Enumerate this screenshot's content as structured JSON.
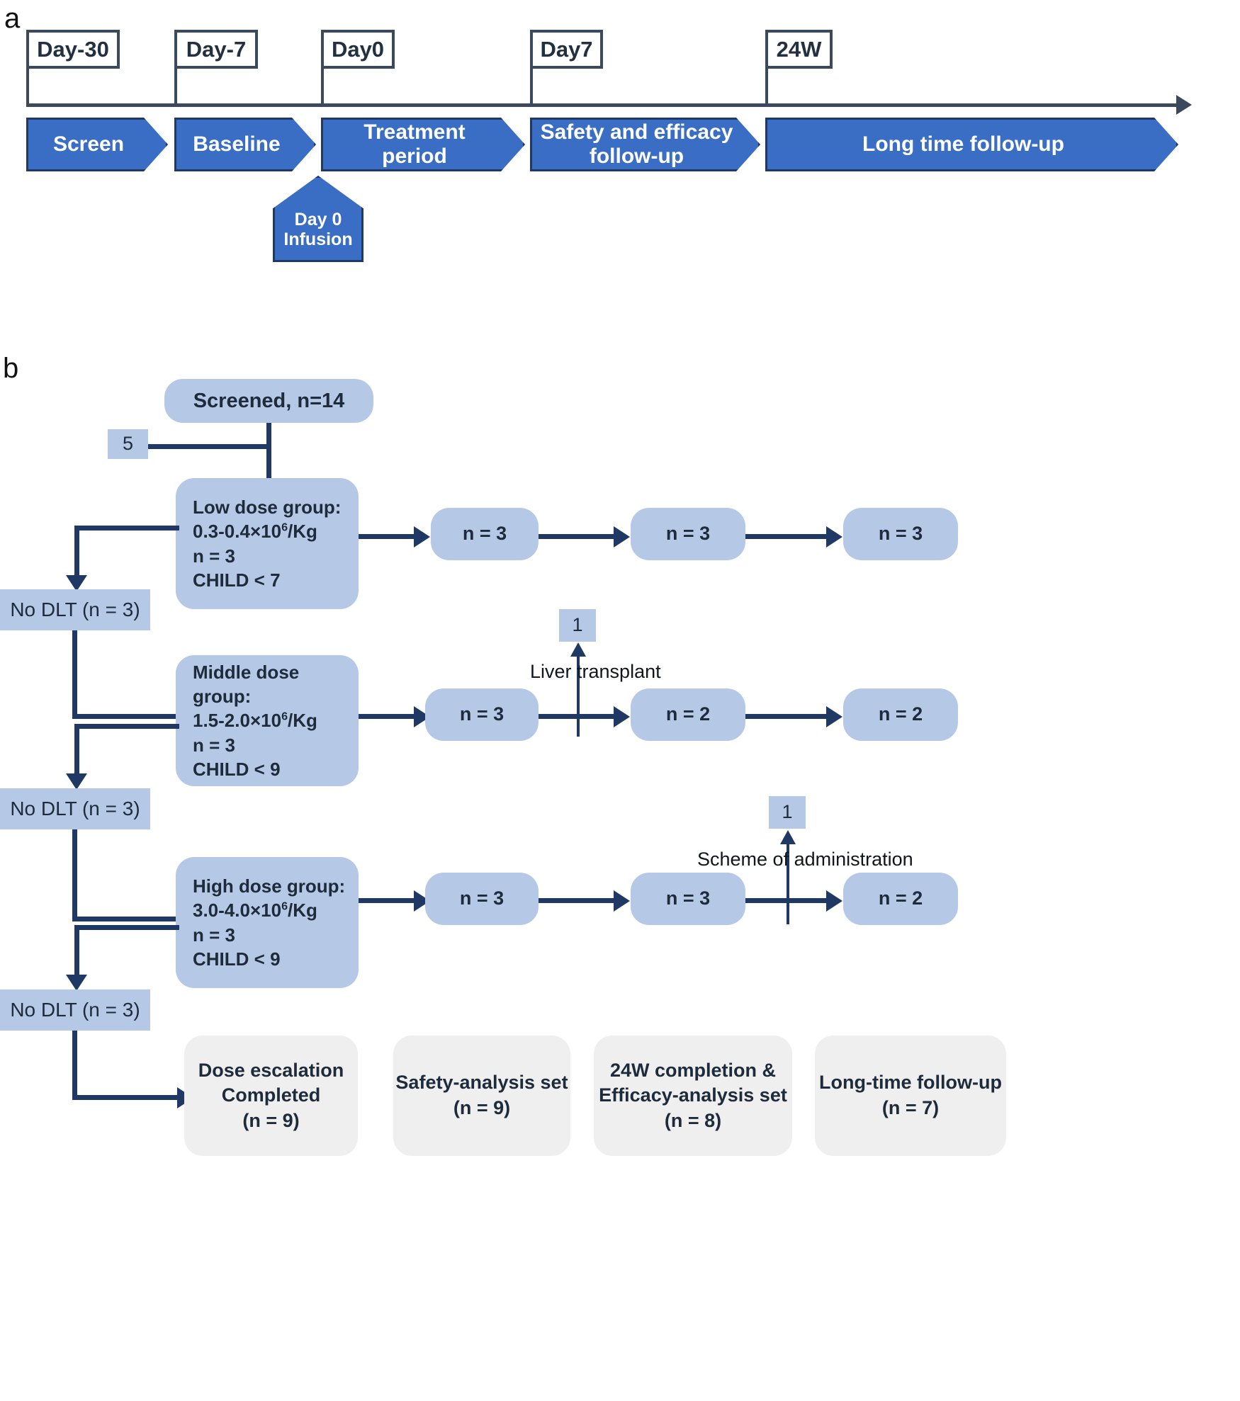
{
  "panels": {
    "a_letter": "a",
    "b_letter": "b"
  },
  "timeline": {
    "milestones": [
      {
        "label": "Day-30"
      },
      {
        "label": "Day-7"
      },
      {
        "label": "Day0"
      },
      {
        "label": "Day7"
      },
      {
        "label": "24W"
      }
    ],
    "phases": [
      {
        "label": "Screen"
      },
      {
        "label": "Baseline"
      },
      {
        "label": "Treatment period"
      },
      {
        "label": "Safety and efficacy follow-up"
      },
      {
        "label": "Long time follow-up"
      }
    ],
    "infusion": {
      "line1": "Day 0",
      "line2": "Infusion"
    }
  },
  "flow": {
    "screened": "Screened, n=14",
    "excluded": "5",
    "dose_groups": [
      {
        "title": "Low dose group:",
        "dose_pre": "0.3-0.4×10",
        "dose_sup": "6",
        "dose_post": "/Kg",
        "n": "n = 3",
        "child": "CHILD < 7",
        "followups": [
          "n = 3",
          "n = 3",
          "n = 3"
        ],
        "dropout": null
      },
      {
        "title": "Middle dose group:",
        "dose_pre": "1.5-2.0×10",
        "dose_sup": "6",
        "dose_post": "/Kg",
        "n": "n = 3",
        "child": "CHILD < 9",
        "followups": [
          "n = 3",
          "n = 2",
          "n = 2"
        ],
        "dropout": {
          "count": "1",
          "reason": "Liver transplant"
        }
      },
      {
        "title": "High dose group:",
        "dose_pre": "3.0-4.0×10",
        "dose_sup": "6",
        "dose_post": "/Kg",
        "n": "n = 3",
        "child": "CHILD < 9",
        "followups": [
          "n = 3",
          "n = 3",
          "n = 2"
        ],
        "dropout": {
          "count": "1",
          "reason": "Scheme of administration"
        }
      }
    ],
    "no_dlt": [
      "No DLT (n = 3)",
      "No DLT (n = 3)",
      "No DLT (n = 3)"
    ],
    "outcomes": [
      {
        "l1": "Dose escalation",
        "l2": "Completed",
        "l3": "(n = 9)"
      },
      {
        "l1": "Safety-analysis set",
        "l2": "(n = 9)",
        "l3": ""
      },
      {
        "l1": "24W completion &",
        "l2": "Efficacy-analysis set",
        "l3": "(n = 8)"
      },
      {
        "l1": "Long-time follow-up",
        "l2": "(n = 7)",
        "l3": ""
      }
    ]
  },
  "colors": {
    "phase_fill": "#3a6ec4",
    "phase_stroke": "#1f3864",
    "milestone_stroke": "#3a4a5c",
    "node_blue": "#b5c8e6",
    "node_grey": "#efeff0",
    "connector": "#1f3864"
  }
}
